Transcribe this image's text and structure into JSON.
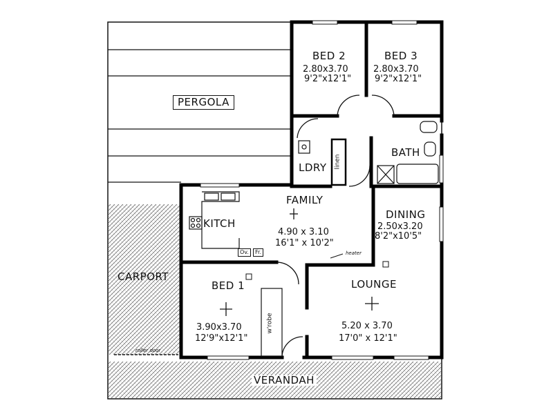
{
  "plan": {
    "rooms": {
      "bed2": {
        "name": "BED 2",
        "metric": "2.80x3.70",
        "imperial": "9'2\"x12'1\""
      },
      "bed3": {
        "name": "BED 3",
        "metric": "2.80x3.70",
        "imperial": "9'2\"x12'1\""
      },
      "pergola": {
        "name": "PERGOLA"
      },
      "ldry": {
        "name": "LDRY"
      },
      "linen": {
        "name": "linen"
      },
      "bath": {
        "name": "BATH"
      },
      "family": {
        "name": "FAMILY",
        "metric": "4.90 x 3.10",
        "imperial": "16'1\" x 10'2\""
      },
      "kitch": {
        "name": "KITCH"
      },
      "dining": {
        "name": "DINING",
        "metric": "2.50x3.20",
        "imperial": "8'2\"x10'5\""
      },
      "carport": {
        "name": "CARPORT"
      },
      "bed1": {
        "name": "BED 1",
        "metric": "3.90x3.70",
        "imperial": "12'9\"x12'1\""
      },
      "lounge": {
        "name": "LOUNGE",
        "metric": "5.20 x 3.70",
        "imperial": "17'0\" x 12'1\""
      },
      "verandah": {
        "name": "VERANDAH"
      }
    },
    "fixtures": {
      "oven": "Ov.",
      "fridge": "Fr.",
      "heater": "heater",
      "wrobe": "w'robe",
      "roller_door": "roller door"
    }
  }
}
